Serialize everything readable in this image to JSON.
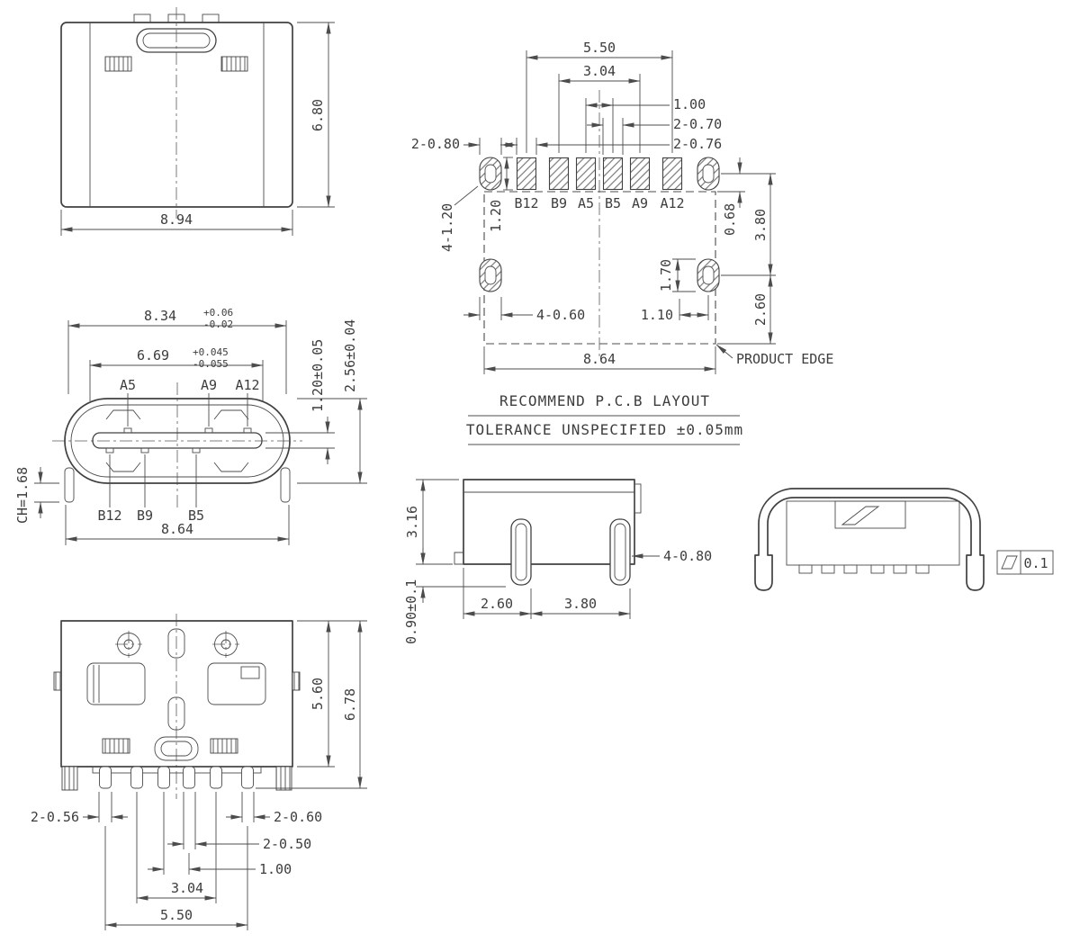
{
  "top_view": {
    "width_894": "8.94",
    "height_680": "6.80"
  },
  "front_view": {
    "width_outer": "8.34",
    "width_outer_tol_up": "+0.06",
    "width_outer_tol_dn": "-0.02",
    "width_inner": "6.69",
    "width_inner_tol_up": "+0.045",
    "width_inner_tol_dn": "-0.055",
    "pins_top": [
      "A5",
      "A9",
      "A12"
    ],
    "pins_bottom": [
      "B12",
      "B9",
      "B5"
    ],
    "tongue_thickness": "1.20±0.05",
    "opening_height": "2.56±0.04",
    "ch": "CH=1.68",
    "width_864": "8.64"
  },
  "bottom_view": {
    "body_depth": "5.60",
    "overall_depth": "6.78",
    "lead_056": "2-0.56",
    "lead_060": "2-0.60",
    "lead_050": "2-0.50",
    "pitch_100": "1.00",
    "span_304": "3.04",
    "span_550": "5.50"
  },
  "pcb": {
    "span_550": "5.50",
    "span_304": "3.04",
    "pitch_100": "1.00",
    "pad_070": "2-0.70",
    "pad_076": "2-0.76",
    "pad_080": "2-0.80",
    "slot_4_120": "4-1.20",
    "slot_120": "1.20",
    "pins": [
      "B12",
      "B9",
      "A5",
      "B5",
      "A9",
      "A12"
    ],
    "dim_068": "0.68",
    "dim_380": "3.80",
    "dim_170": "1.70",
    "dim_260": "2.60",
    "dim_110": "1.10",
    "hole_060": "4-0.60",
    "width_864": "8.64",
    "product_edge": "PRODUCT EDGE",
    "title": "RECOMMEND P.C.B LAYOUT",
    "tolerance_note": "TOLERANCE UNSPECIFIED ±0.05mm"
  },
  "side_view": {
    "height_316": "3.16",
    "standoff": "0.90±0.1",
    "dim_260": "2.60",
    "dim_380": "3.80",
    "lead_width": "4-0.80"
  },
  "end_view": {
    "flatness": "0.1"
  }
}
